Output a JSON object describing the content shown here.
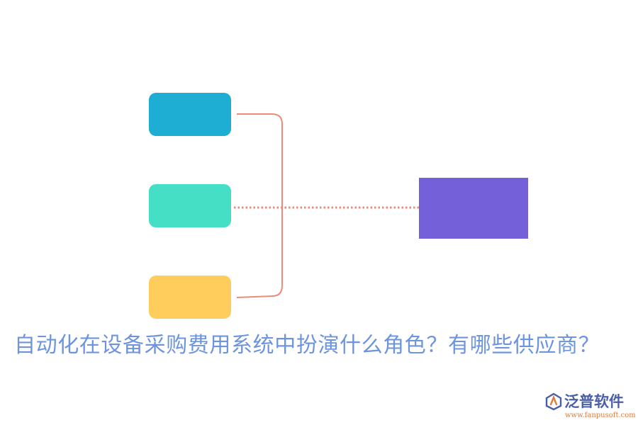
{
  "diagram": {
    "nodes": [
      {
        "id": "node-1",
        "color": "#1eaed3",
        "label": ""
      },
      {
        "id": "node-2",
        "color": "#44dfc4",
        "label": ""
      },
      {
        "id": "node-3",
        "color": "#ffcd5c",
        "label": ""
      }
    ],
    "target": {
      "id": "target-node",
      "color": "#7460d8",
      "label": ""
    },
    "connector_color": "#ee8b78",
    "connector_style": {
      "bracket": "solid",
      "link": "dotted"
    }
  },
  "headline": {
    "text": "自动化在设备采购费用系统中扮演什么角色？有哪些供应商？",
    "color": "#6d94df"
  },
  "logo": {
    "name": "泛普软件",
    "url": "www.fanpusoft.com",
    "name_color": "#4a5fa8",
    "url_color": "#e07b3c",
    "icon": "fanpu-logo-icon"
  }
}
